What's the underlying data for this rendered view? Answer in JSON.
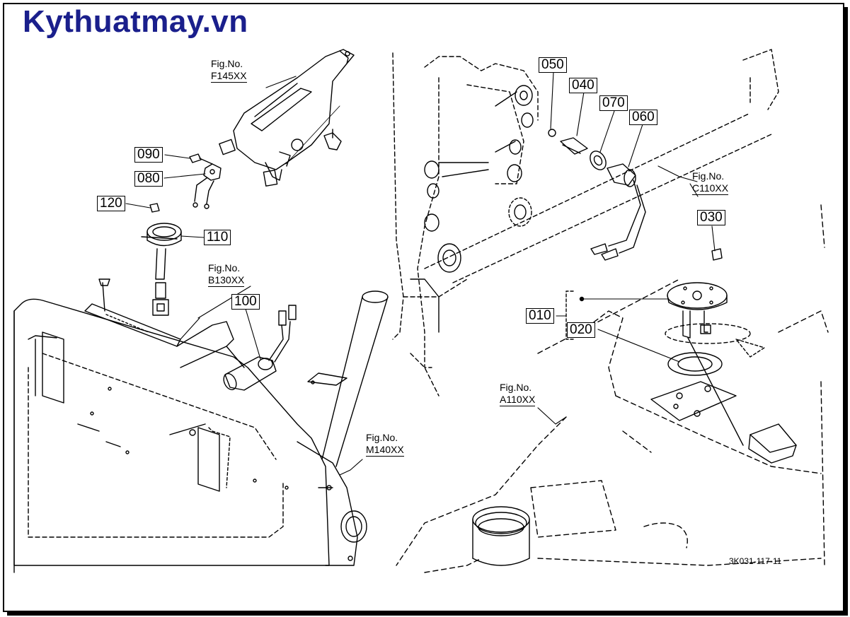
{
  "brand": "Kythuatmay.vn",
  "drawing_number": "3K031-117-11",
  "parts": [
    {
      "id": "p050",
      "label": "050"
    },
    {
      "id": "p040",
      "label": "040"
    },
    {
      "id": "p070",
      "label": "070"
    },
    {
      "id": "p060",
      "label": "060"
    },
    {
      "id": "p090",
      "label": "090"
    },
    {
      "id": "p080",
      "label": "080"
    },
    {
      "id": "p120",
      "label": "120"
    },
    {
      "id": "p110",
      "label": "110"
    },
    {
      "id": "p100",
      "label": "100"
    },
    {
      "id": "p030",
      "label": "030"
    },
    {
      "id": "p010",
      "label": "010"
    },
    {
      "id": "p020",
      "label": "020"
    }
  ],
  "figure_refs": [
    {
      "id": "f145",
      "prefix": "Fig.No.",
      "code": "F145XX"
    },
    {
      "id": "b130",
      "prefix": "Fig.No.",
      "code": "B130XX"
    },
    {
      "id": "c110",
      "prefix": "Fig.No.",
      "code": "C110XX"
    },
    {
      "id": "a110",
      "prefix": "Fig.No.",
      "code": "A110XX"
    },
    {
      "id": "m140",
      "prefix": "Fig.No.",
      "code": "M140XX"
    }
  ]
}
